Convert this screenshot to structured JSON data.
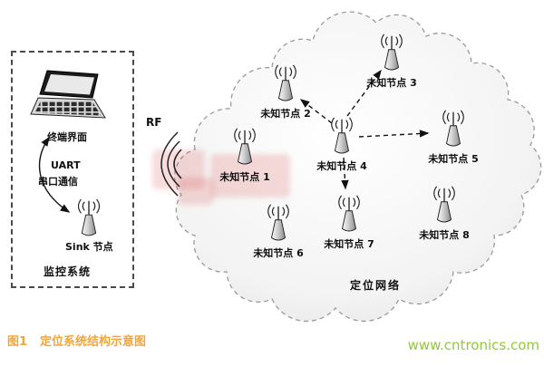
{
  "monitor": {
    "terminal_label": "终端界面",
    "uart_line1": "UART",
    "uart_line2": "串口通信",
    "sink_label": "Sink 节点",
    "title": "监控系统"
  },
  "rf_label": "RF",
  "cloud": {
    "title": "定位网络",
    "nodes": [
      {
        "label": "未知节点 1"
      },
      {
        "label": "未知节点 2"
      },
      {
        "label": "未知节点 3"
      },
      {
        "label": "未知节点 4"
      },
      {
        "label": "未知节点 5"
      },
      {
        "label": "未知节点 6"
      },
      {
        "label": "未知节点 7"
      },
      {
        "label": "未知节点 8"
      }
    ]
  },
  "caption": {
    "tag": "图1",
    "text": "定位系统结构示意图"
  },
  "footer": {
    "watermark": "www.cntronics.com"
  },
  "colors": {
    "caption_orange": "#f0a63c",
    "watermark_green": "#93c83d",
    "diagram_stroke": "#222222",
    "cloud_border": "#9a9a9a"
  }
}
